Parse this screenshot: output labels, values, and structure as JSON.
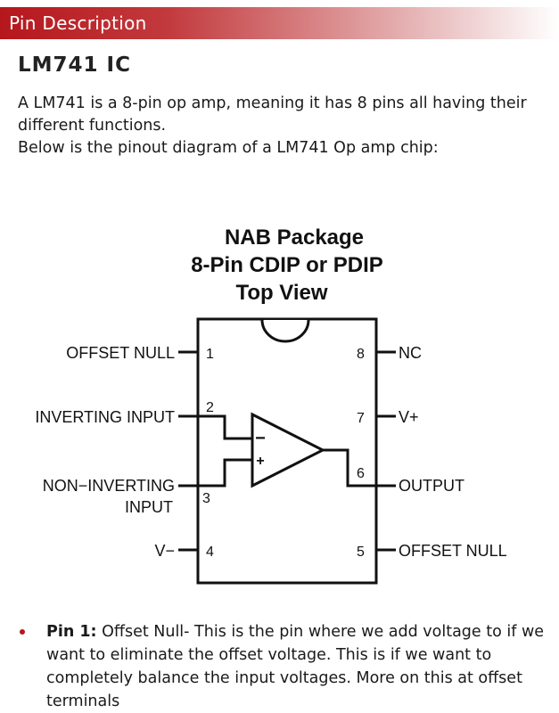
{
  "section": {
    "title": "Pin Description"
  },
  "heading": "LM741 IC",
  "intro": {
    "line1": "A LM741 is a 8-pin op amp, meaning it has 8 pins all having their different functions.",
    "line2": "Below is the pinout diagram of a LM741 Op amp chip:"
  },
  "diagram": {
    "title_lines": [
      "NAB Package",
      "8-Pin CDIP or PDIP",
      "Top View"
    ],
    "pins_left": [
      {
        "number": "1",
        "label": "OFFSET NULL"
      },
      {
        "number": "2",
        "label": "INVERTING INPUT"
      },
      {
        "number": "3",
        "label": "NON−INVERTING",
        "label_line2": "INPUT"
      },
      {
        "number": "4",
        "label": "V−"
      }
    ],
    "pins_right": [
      {
        "number": "8",
        "label": "NC"
      },
      {
        "number": "7",
        "label": "V+"
      },
      {
        "number": "6",
        "label": "OUTPUT"
      },
      {
        "number": "5",
        "label": "OFFSET NULL"
      }
    ],
    "opamp_minus": "−",
    "opamp_plus": "+"
  },
  "bullets": [
    {
      "lead": "Pin 1:",
      "text": " Offset Null- This is the pin where we add voltage to if we want to eliminate the offset voltage. This is if we want to completely balance the input voltages. More on this at offset terminals"
    }
  ]
}
